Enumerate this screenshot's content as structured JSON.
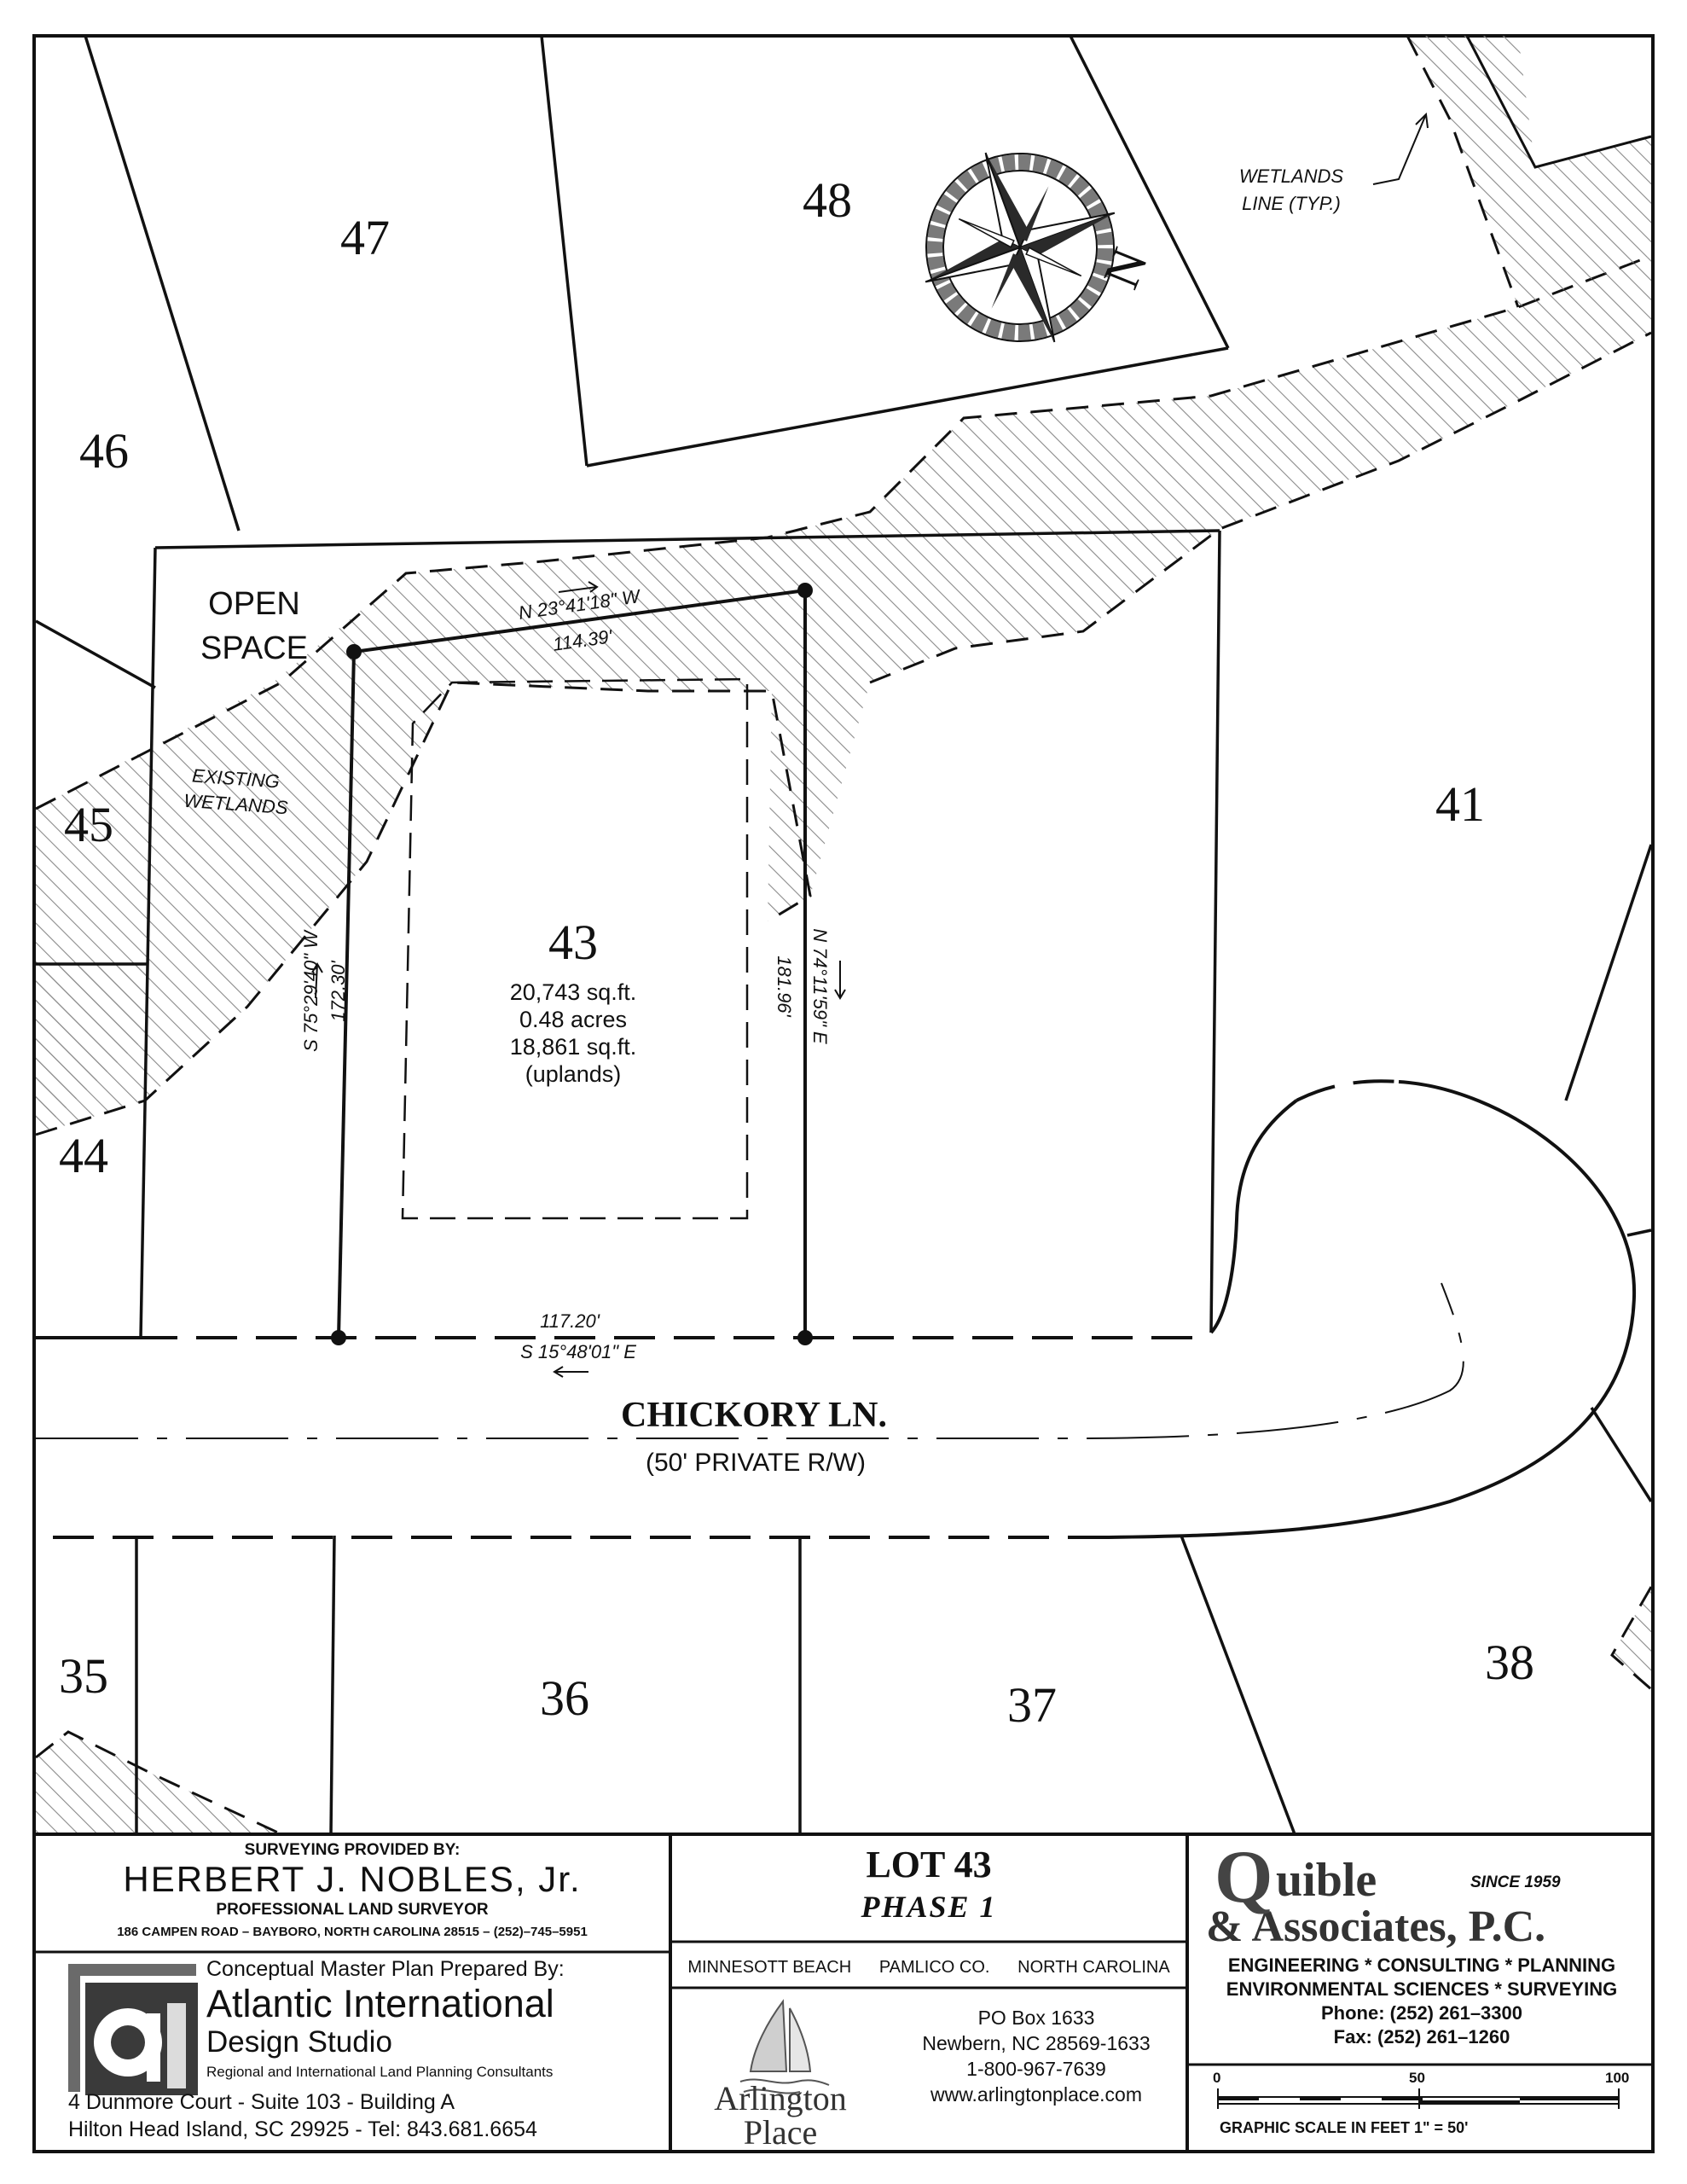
{
  "drawing": {
    "lots": {
      "lot_47": "47",
      "lot_48": "48",
      "lot_46": "46",
      "lot_45": "45",
      "lot_44": "44",
      "lot_41": "41",
      "lot_35": "35",
      "lot_36": "36",
      "lot_37": "37",
      "lot_38": "38"
    },
    "subject_lot": {
      "number": "43",
      "area_sqft": "20,743 sq.ft.",
      "area_acres": "0.48 acres",
      "upland_sqft": "18,861 sq.ft.",
      "upland_label": "(uplands)"
    },
    "open_space": [
      "OPEN",
      "SPACE"
    ],
    "existing_wetlands": [
      "EXISTING",
      "WETLANDS"
    ],
    "wetlands_line": [
      "WETLANDS",
      "LINE (TYP.)"
    ],
    "north_label": "N",
    "bearings": {
      "north_bearing": "N 23°41'18\" W",
      "north_distance": "114.39'",
      "west_bearing": "S 75°29'40\" W",
      "west_distance": "172.30'",
      "east_bearing": "N 74°11'59\" E",
      "east_distance": "181.96'",
      "south_distance": "117.20'",
      "south_bearing": "S 15°48'01\" E"
    },
    "road": {
      "name": "CHICKORY LN.",
      "note": "(50' PRIVATE R/W)"
    }
  },
  "title_block": {
    "surveyor": {
      "heading": "SURVEYING PROVIDED BY:",
      "name": "HERBERT J. NOBLES, Jr.",
      "title": "PROFESSIONAL LAND SURVEYOR",
      "address": "186 CAMPEN ROAD – BAYBORO, NORTH CAROLINA 28515 – (252)–745–5951"
    },
    "planner": {
      "heading": "Conceptual Master Plan Prepared By:",
      "name_line1": "Atlantic International",
      "name_line2": "Design Studio",
      "tagline": "Regional and International Land Planning Consultants",
      "address1": "4 Dunmore Court - Suite 103 - Building A",
      "address2": "Hilton Head Island, SC  29925 - Tel:  843.681.6654",
      "logo_text": "ai"
    },
    "lot_title": "LOT 43",
    "phase": "PHASE 1",
    "location": {
      "town": "MINNESOTT BEACH",
      "county": "PAMLICO CO.",
      "state": "NORTH CAROLINA"
    },
    "arlington": {
      "logo_line1": "Arlington",
      "logo_line2": "Place",
      "po_box": "PO Box 1633",
      "city": "Newbern, NC 28569-1633",
      "phone": "1-800-967-7639",
      "web": "www.arlingtonplace.com"
    },
    "quible": {
      "name_q": "Q",
      "name_rest": "uible",
      "since": "SINCE 1959",
      "name_line2": "& Associates, P.C.",
      "services1": "ENGINEERING * CONSULTING * PLANNING",
      "services2": "ENVIRONMENTAL SCIENCES * SURVEYING",
      "phone": "Phone: (252) 261–3300",
      "fax": "Fax: (252) 261–1260"
    },
    "scale": {
      "tick_0": "0",
      "tick_50": "50",
      "tick_100": "100",
      "caption": "GRAPHIC SCALE IN FEET 1\" = 50'"
    }
  },
  "colors": {
    "ink": "#111111",
    "hatch": "#8a8a8a",
    "compass_dark": "#2a2a2a",
    "compass_ring": "#7a7a7a"
  }
}
